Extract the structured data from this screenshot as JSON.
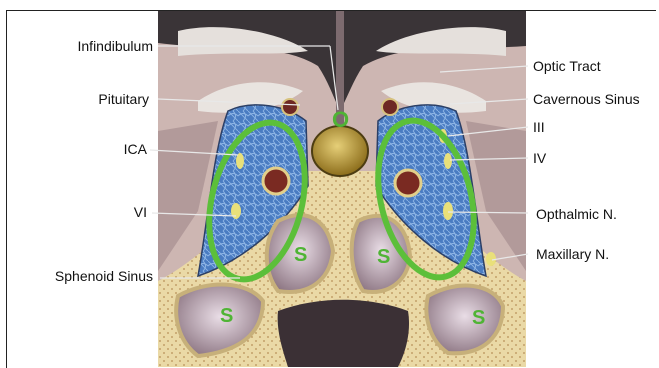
{
  "labels_left": {
    "infundibulum": "Infindibulum",
    "pituitary": "Pituitary",
    "ica": "ICA",
    "vi": "VI",
    "sphenoid_sinus": "Sphenoid Sinus"
  },
  "labels_right": {
    "optic_tract": "Optic Tract",
    "cavernous_sinus": "Cavernous Sinus",
    "iii": "III",
    "iv": "IV",
    "opthalmic": "Opthalmic N.",
    "maxillary": "Maxillary N."
  },
  "markers": {
    "o": "O",
    "s": "S"
  },
  "colors": {
    "highlight": "#5cbf3a",
    "cavernous_blue": "#3e6fb4",
    "gland_yellow": "#b79a2d",
    "bone": "#e8d9a9",
    "tissue": "#d2b9b4",
    "dark": "#2f2a2c"
  }
}
